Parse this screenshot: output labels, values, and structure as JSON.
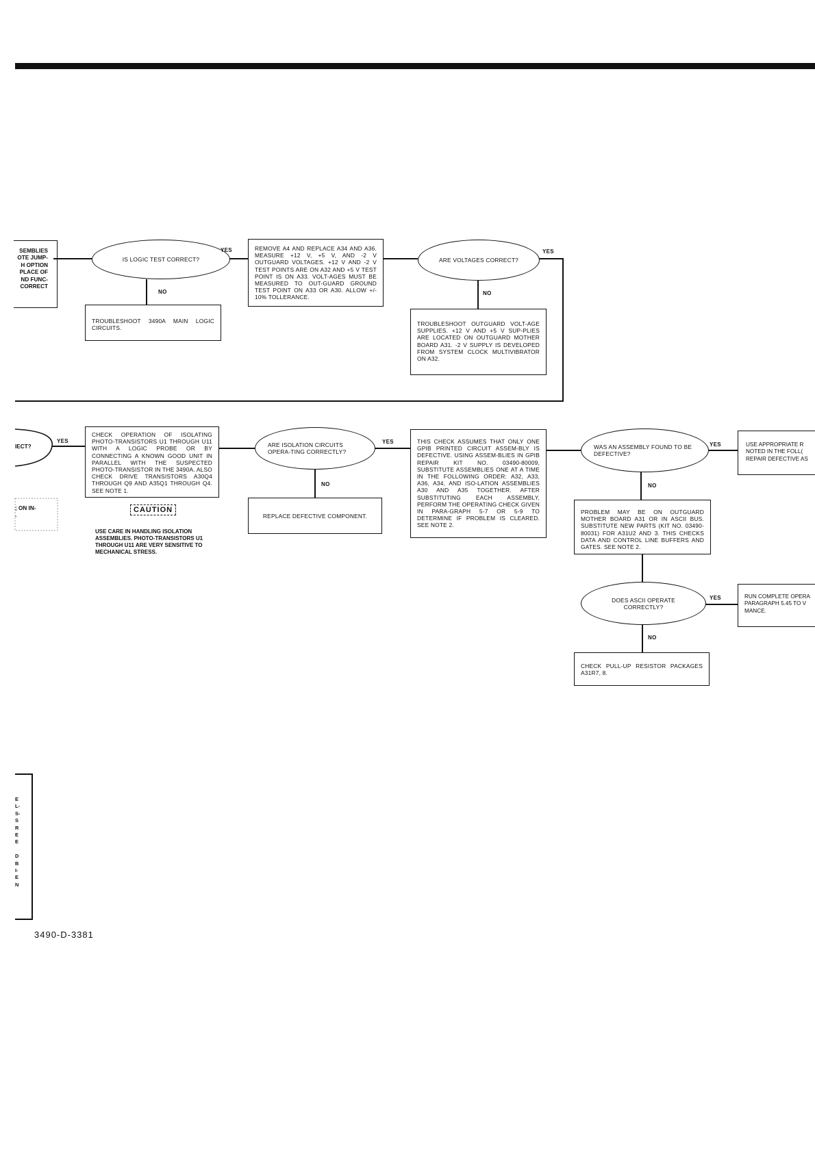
{
  "fragments": {
    "left_top": [
      "SEMBLIES",
      "OTE JUMP-",
      "H OPTION",
      "PLACE OF",
      "ND FUNC-",
      "CORRECT"
    ],
    "left_mid_oval": "IECT?",
    "left_mid_box": [
      "; ON IN-",
      "."
    ],
    "left_bottom": [
      "E",
      "L-",
      "S-",
      "S",
      "R",
      "E",
      "E",
      "",
      "D",
      "B",
      "I-",
      "E",
      "N"
    ],
    "right_use": [
      "USE APPROPRIATE R",
      "NOTED IN THE FOLL(",
      "REPAIR DEFECTIVE AS"
    ],
    "right_run": [
      "RUN COMPLETE OPERA",
      "PARAGRAPH 5.45 TO V",
      "MANCE."
    ]
  },
  "flow_top": {
    "q_logic": "IS LOGIC TEST CORRECT?",
    "box_logic_no": "TROUBLESHOOT 3490A MAIN LOGIC CIRCUITS.",
    "box_remove": "REMOVE A4 AND REPLACE A34 AND A36. MEASURE +12 V, +5 V, and -2 V OUTGUARD VOLTAGES. +12 V AND -2 V TEST POINTS ARE ON A32 AND +5 V TEST POINT IS ON A33. VOLT-AGES MUST BE MEASURED TO OUT-GUARD GROUND TEST POINT ON A33 OR A30. ALLOW +/- 10% TOLLERANCE.",
    "q_voltages": "ARE VOLTAGES CORRECT?",
    "box_volt_no": "TROUBLESHOOT OUTGUARD VOLT-AGE SUPPLIES. +12 V and +5 V SUP-PLIES ARE LOCATED ON OUTGUARD MOTHER BOARD A31. -2 V SUPPLY IS DEVELOPED FROM SYSTEM CLOCK MULTIVIBRATOR ON A32."
  },
  "flow_mid": {
    "box_check_iso": "CHECK OPERATION OF ISOLATING PHOTO-TRANSISTORS U1 THROUGH U11 WITH A LOGIC PROBE OR BY CONNECTING A KNOWN GOOD UNIT IN PARALLEL WITH THE SUSPECTED PHOTO-TRANSISTOR IN THE 3490A. ALSO CHECK DRIVE TRANSISTORS A30Q4 THROUGH Q9 AND A35Q1 THROUGH Q4. See Note 1.",
    "caution_label": "CAUTION",
    "caution_text": "USE CARE IN HANDLING ISOLATION ASSEMBLIES. PHOTO-TRANSISTORS U1 THROUGH U11 ARE VERY SENSITIVE TO MECHANICAL STRESS.",
    "q_isolation": "ARE ISOLATION CIRCUITS OPERA-TING CORRECTLY?",
    "box_replace": "REPLACE DEFECTIVE COMPONENT.",
    "box_gpib": "THIS CHECK ASSUMES THAT ONLY ONE GPIB PRINTED CIRCUIT ASSEM-BLY IS DEFECTIVE. USING ASSEM-BLIES IN GPIB REPAIR KIT NO. 03490-80009, SUBSTITUTE ASSEMBLIES ONE AT A TIME IN THE FOLLOWING ORDER: A32, A33, A36, A34, AND ISO-LATION ASSEMBLIES A30 AND A35 TOGETHER. AFTER SUBSTITUTING EACH ASSEMBLY, PERFORM THE OPERATING CHECK GIVEN IN PARA-GRAPH 5-7 OR 5-9 TO DETERMINE IF PROBLEM IS CLEARED. See Note 2.",
    "q_assembly": "WAS AN ASSEMBLY FOUND TO BE DEFECTIVE?",
    "box_problem": "PROBLEM MAY BE ON OUTGUARD MOTHER BOARD A31 OR IN ASCII BUS. SUBSTITUTE NEW PARTS (KIT NO. 03490-80031) FOR A31U2 AND 3. THIS CHECKS DATA AND CONTROL LINE BUFFERS AND GATES. See Note 2.",
    "q_ascii": "DOES ASCII OPERATE CORRECTLY?",
    "box_pullup": "CHECK PULL-UP RESISTOR PACKAGES A31R7, 8."
  },
  "labels": {
    "yes": "YES",
    "no": "NO"
  },
  "footer": {
    "drawing_number": "3490-D-3381"
  }
}
